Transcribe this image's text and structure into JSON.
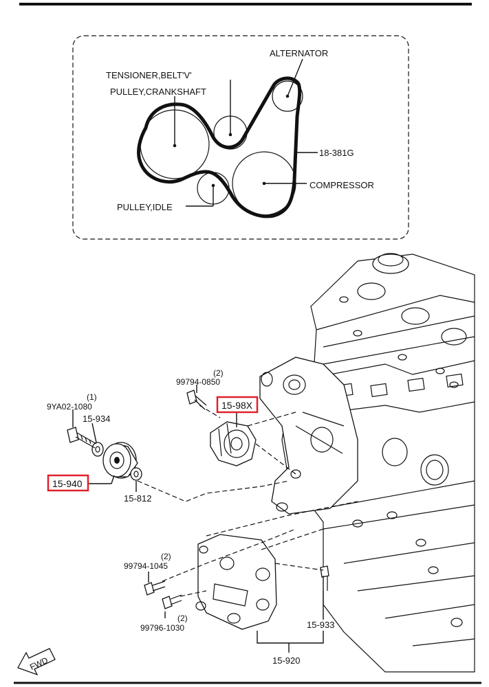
{
  "belt_diagram": {
    "alternator": "ALTERNATOR",
    "tensioner": "TENSIONER,BELT'V'",
    "crankshaft": "PULLEY,CRANKSHAFT",
    "belt_part": "18-381G",
    "compressor": "COMPRESSOR",
    "idle": "PULLEY,IDLE"
  },
  "parts": {
    "bolt_upper_number": "99794-0850",
    "bolt_upper_qty": "(2)",
    "highlight_tensioner": "15-98X",
    "bolt_left_number": "9YA02-1080",
    "bolt_left_qty": "(1)",
    "washer": "15-934",
    "highlight_idler": "15-940",
    "spacer": "15-812",
    "bolt_bracket_a_number": "99794-1045",
    "bolt_bracket_a_qty": "(2)",
    "bolt_bracket_b_number": "99796-1030",
    "bolt_bracket_b_qty": "(2)",
    "stud": "15-933",
    "bracket": "15-920",
    "fwd": "FWD"
  },
  "colors": {
    "highlight": "#e0202a",
    "ink": "#111111"
  }
}
